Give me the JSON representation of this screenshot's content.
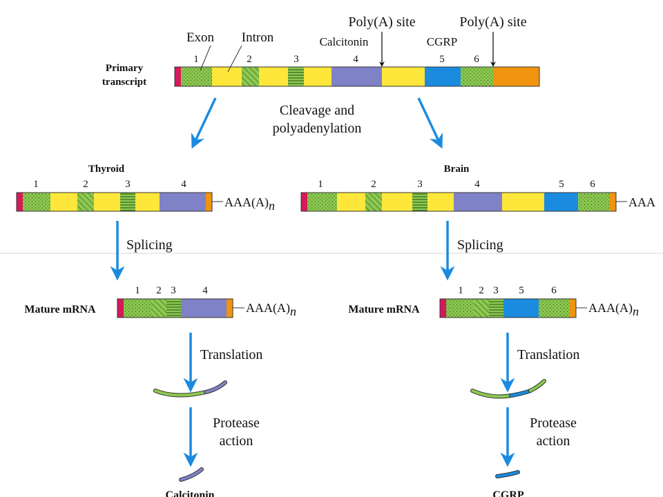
{
  "colors": {
    "cap": "#d6195a",
    "exon": "#8cc950",
    "intron": "#ffe63a",
    "calcitonin_exon": "#7f82c6",
    "cgrp_exon": "#1b8be0",
    "utr": "#f0940f",
    "tail_end": "#f08a0a",
    "arrow": "#1b8be0",
    "outline": "#333333",
    "divider": "#cfcfcf"
  },
  "primary": {
    "label_line1": "Primary",
    "label_line2": "transcript",
    "exon_label": "Exon",
    "intron_label": "Intron",
    "calcitonin_label": "Calcitonin",
    "cgrp_label": "CGRP",
    "polya_site_1": "Poly(A) site",
    "polya_site_2": "Poly(A) site",
    "numbers": [
      "1",
      "2",
      "3",
      "4",
      "5",
      "6"
    ]
  },
  "cleavage": {
    "line1": "Cleavage and",
    "line2": "polyadenylation"
  },
  "thyroid": {
    "title": "Thyroid",
    "numbers": [
      "1",
      "2",
      "3",
      "4"
    ],
    "tail": "AAA(A)",
    "tail_sub": "n",
    "splicing": "Splicing",
    "mature_label": "Mature mRNA",
    "mature_numbers": [
      "1",
      "2",
      "3",
      "4"
    ],
    "mature_tail": "AAA(A)",
    "mature_tail_sub": "n",
    "translation": "Translation",
    "protease_line1": "Protease",
    "protease_line2": "action",
    "product": "Calcitonin"
  },
  "brain": {
    "title": "Brain",
    "numbers": [
      "1",
      "2",
      "3",
      "4",
      "5",
      "6"
    ],
    "tail": "AAA",
    "splicing": "Splicing",
    "mature_label": "Mature mRNA",
    "mature_numbers": [
      "1",
      "2",
      "3",
      "5",
      "6"
    ],
    "mature_tail": "AAA(A)",
    "mature_tail_sub": "n",
    "translation": "Translation",
    "protease_line1": "Protease",
    "protease_line2": "action",
    "product": "CGRP"
  }
}
